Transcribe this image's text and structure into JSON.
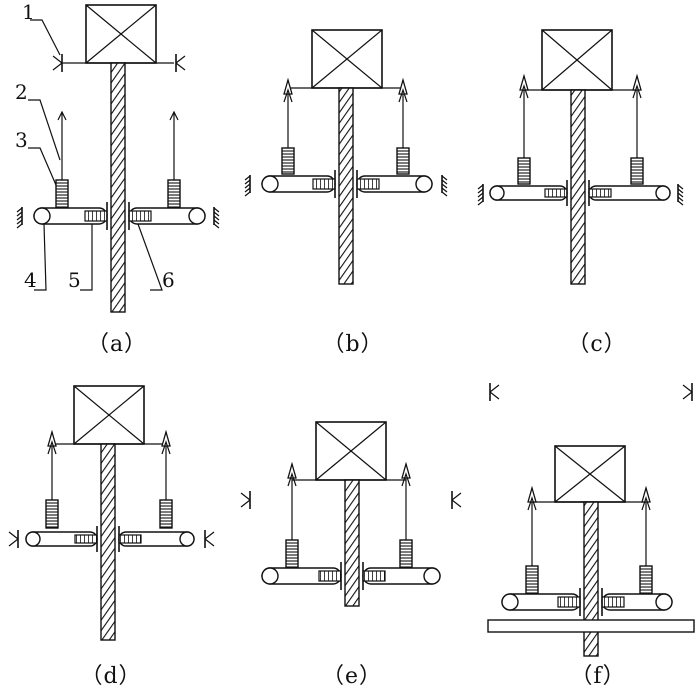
{
  "captions": {
    "a": "（a）",
    "b": "（b）",
    "c": "（c）",
    "d": "（d）",
    "e": "（e）",
    "f": "（f）"
  },
  "part_numbers": [
    "1",
    "2",
    "3",
    "4",
    "5",
    "6"
  ]
}
